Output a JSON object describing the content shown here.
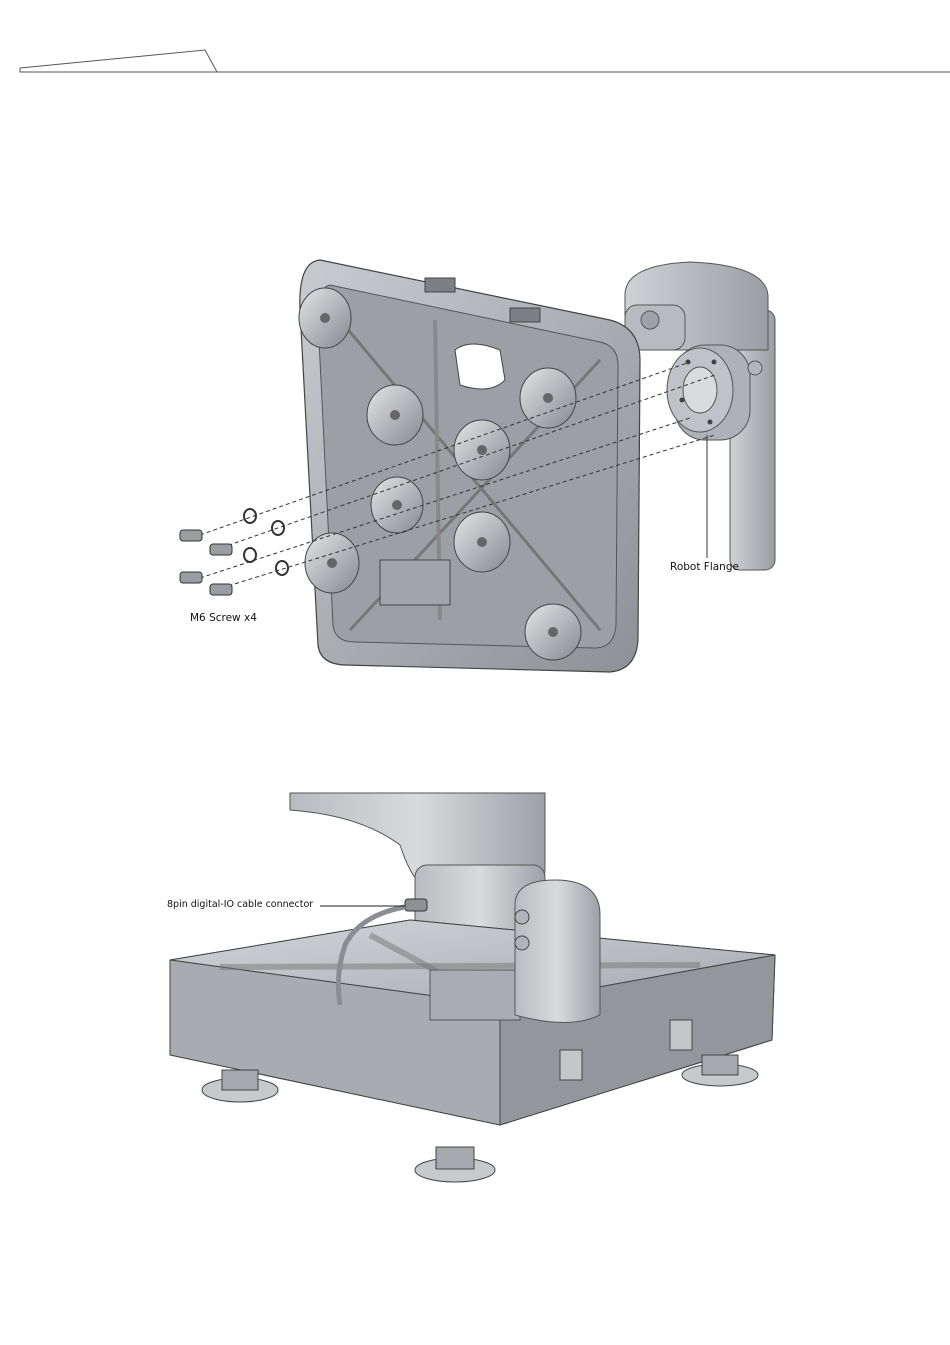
{
  "figure1": {
    "screw_label": "M6 Screw x4",
    "flange_label": "Robot  Flange"
  },
  "figure2": {
    "connector_label": "8pin digital-IO cable connector"
  },
  "colors": {
    "metal": "#a9adb2",
    "metal_dark": "#7d8187",
    "metal_light": "#d4d7da",
    "line": "#3a3d40"
  }
}
